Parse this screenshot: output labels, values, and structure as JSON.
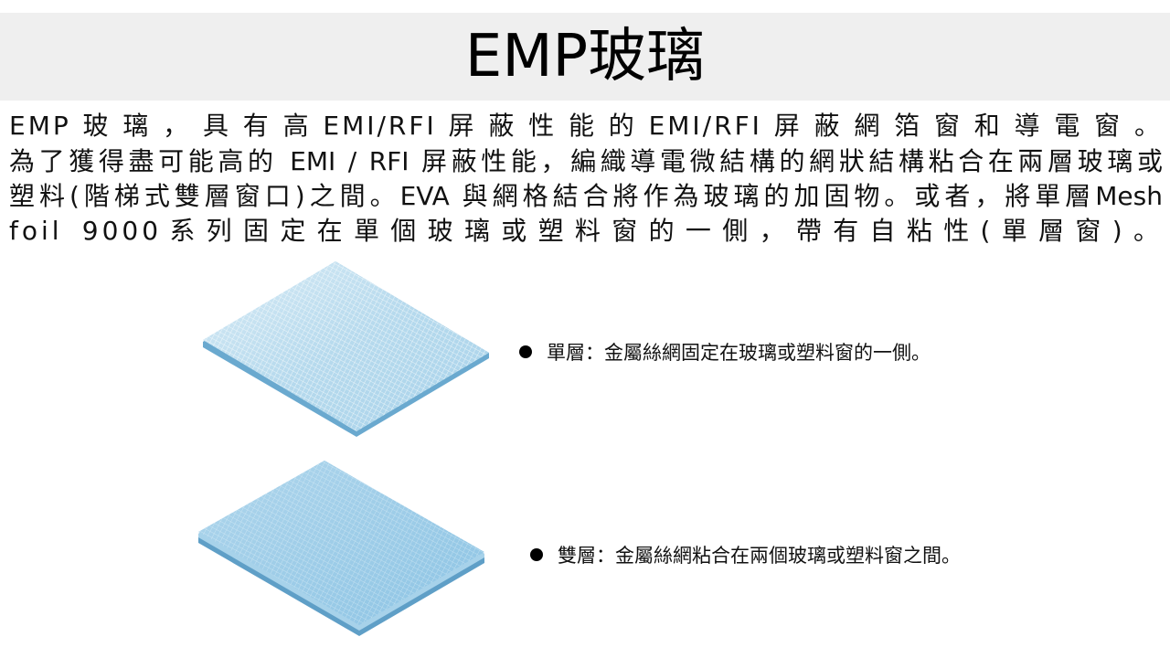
{
  "title": "EMP玻璃",
  "paragraph": {
    "line1": "EMP玻璃，具有高EMI/RFI屏蔽性能的EMI/RFI屏蔽網箔窗和導電窗。",
    "line2": "為了獲得盡可能高的 EMI / RFI 屏蔽性能，編織導電微結構的網狀結構粘合在兩層玻璃或",
    "line3": "塑料(階梯式雙層窗口)之間。EVA 與網格結合將作為玻璃的加固物。或者，將單層Mesh",
    "line4": "foil 9000系列固定在單個玻璃或塑料窗的一側，帶有自粘性(單層窗)。"
  },
  "bullets": [
    {
      "text": "單層：金屬絲網固定在玻璃或塑料窗的一側。"
    },
    {
      "text": "雙層：金屬絲網粘合在兩個玻璃或塑料窗之間。"
    }
  ],
  "colors": {
    "title_band": "#efefef",
    "glass_light": "#a9d3ea",
    "glass_mid": "#8dc4e4",
    "glass_edge": "#6aa9cf",
    "mesh_line": "#d9ecf6"
  }
}
